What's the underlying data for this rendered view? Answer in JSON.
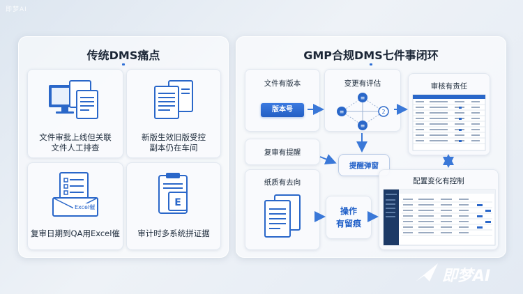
{
  "watermark_tl": "即梦AI",
  "left_panel": {
    "title": "传统DMS痛点",
    "cards": [
      {
        "icon": "computer-documents-icon",
        "line1": "文件审批上线但关联",
        "line2": "文件人工排查"
      },
      {
        "icon": "stacked-documents-icon",
        "line1": "新版生效旧版受控",
        "line2": "副本仍在车间"
      },
      {
        "icon": "excel-checklist-icon",
        "icon_label": "Excel催",
        "line1": "复审日期到QA用Excel催",
        "line2": ""
      },
      {
        "icon": "clipboard-evidence-icon",
        "line1": "审计时多系统拼证据",
        "line2": ""
      }
    ]
  },
  "right_panel": {
    "title": "GMP合规DMS七件事闭环",
    "file_version": {
      "label": "文件有版本",
      "button": "版本号"
    },
    "change_eval": {
      "label": "变更有评估",
      "node_top": "≡",
      "node_left": "≡",
      "node_right": "2",
      "node_bottom": "≡"
    },
    "review_resp": {
      "label": "审核有责任"
    },
    "review_reminder": {
      "label": "复审有提醒",
      "popup": "提醒弹窗"
    },
    "paper_whereabouts": {
      "label": "纸质有去向"
    },
    "operation_trace": {
      "line1": "操作",
      "line2": "有留痕"
    },
    "config_control": {
      "label": "配置变化有控制"
    }
  },
  "logo": {
    "text": "即梦AI"
  },
  "colors": {
    "accent": "#2f6fd6",
    "arrow": "#3a78d8",
    "text": "#1c2a3a"
  }
}
